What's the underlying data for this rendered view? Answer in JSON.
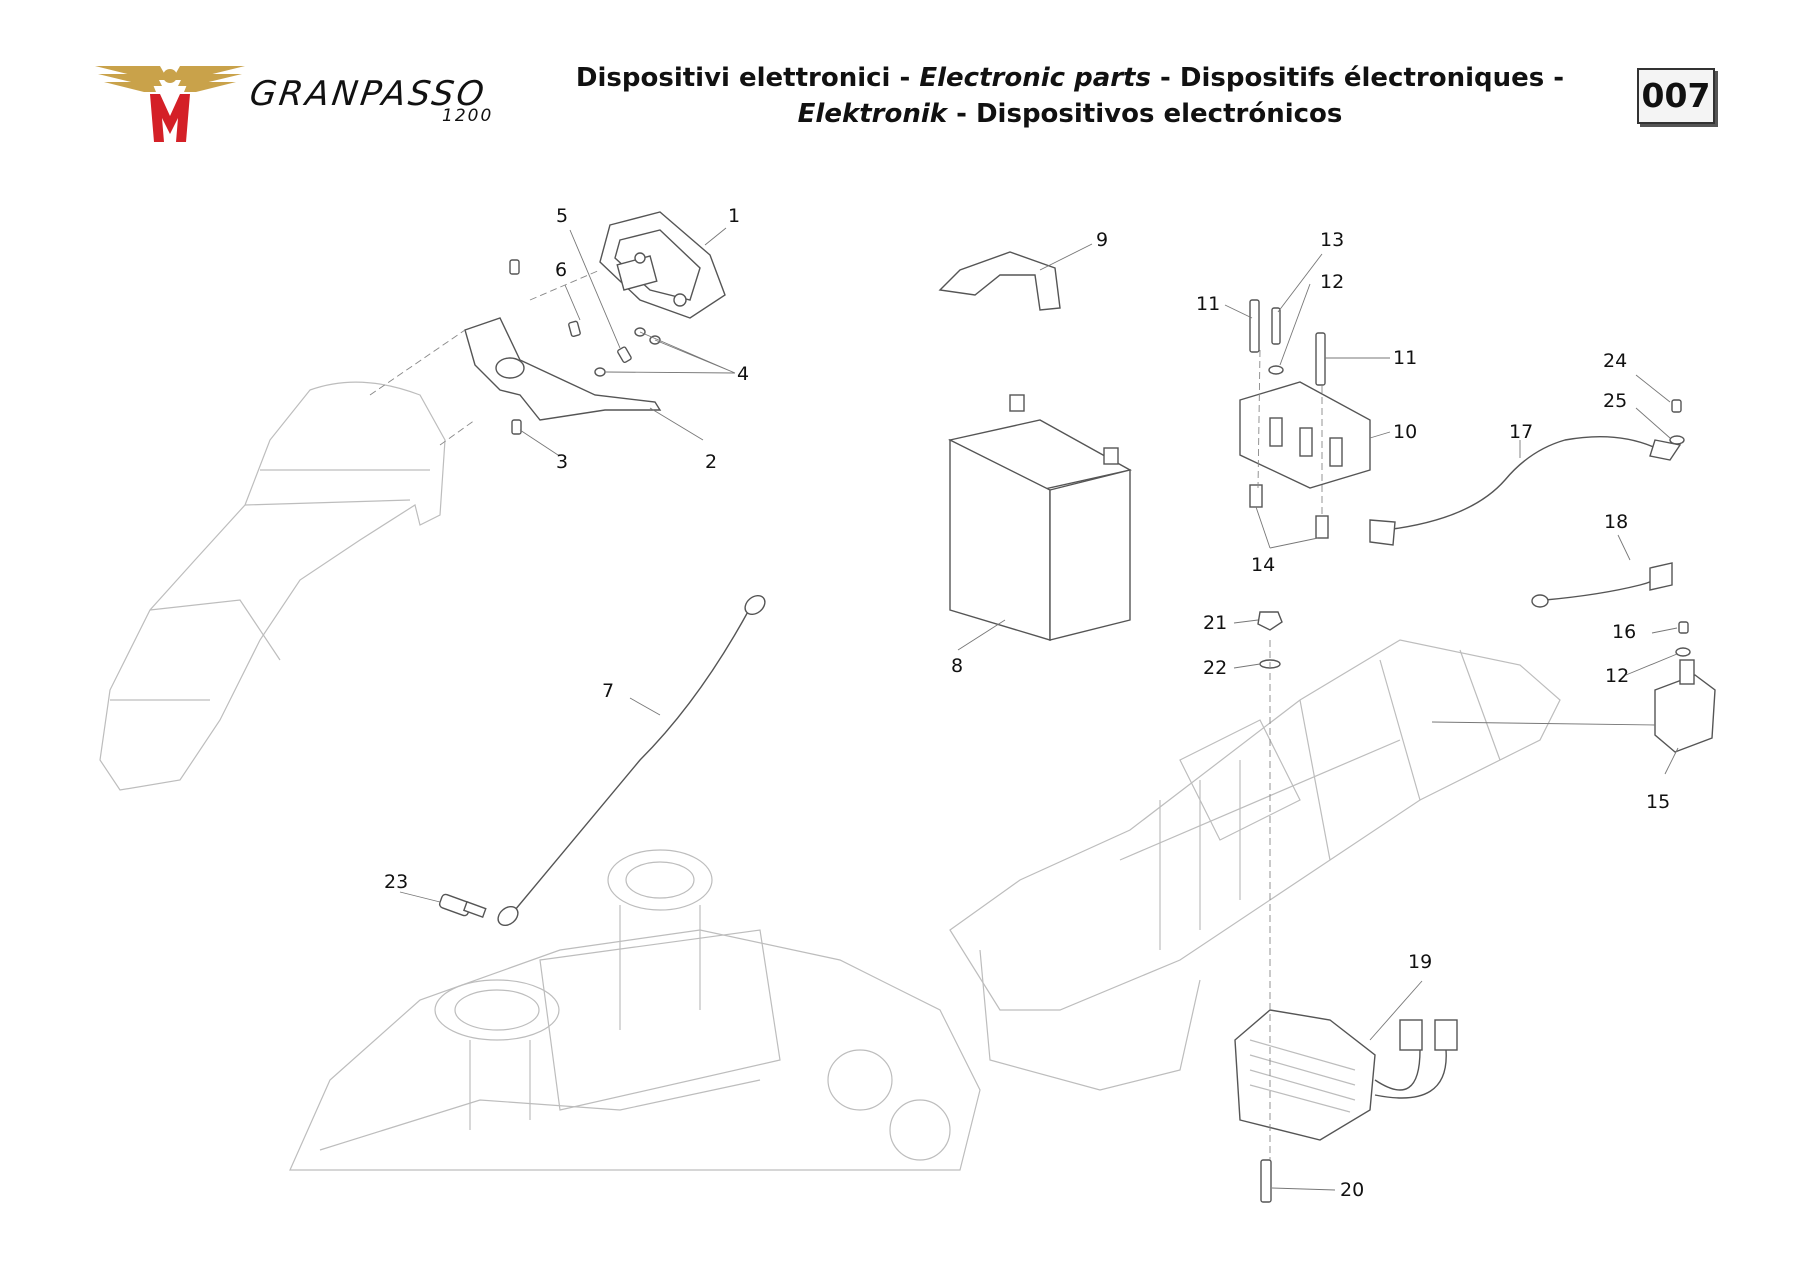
{
  "header": {
    "brand": "GRANPASSO",
    "model": "1200",
    "title_line1_a": "Dispositivi elettronici - ",
    "title_line1_b": "Electronic parts",
    "title_line1_c": " - Dispositifs électroniques -",
    "title_line2_a": "Elektronik",
    "title_line2_b": " - Dispositivos electrónicos",
    "page_number": "007"
  },
  "brand_colors": {
    "eagle_gold": "#c9a24a",
    "monogram_red": "#d42027"
  },
  "callouts": [
    "1",
    "2",
    "3",
    "4",
    "5",
    "6",
    "7",
    "8",
    "9",
    "10",
    "11",
    "11",
    "12",
    "12",
    "13",
    "14",
    "15",
    "16",
    "17",
    "18",
    "19",
    "20",
    "21",
    "22",
    "23",
    "24",
    "25"
  ]
}
